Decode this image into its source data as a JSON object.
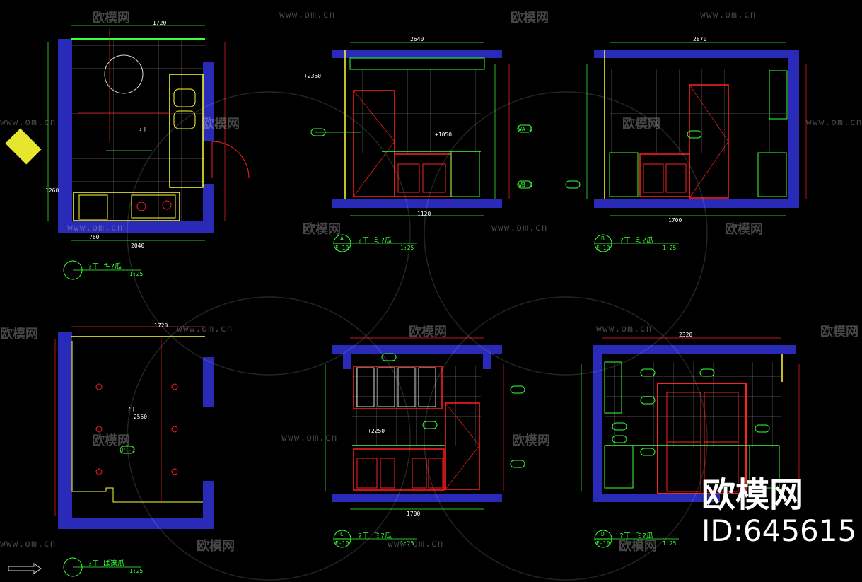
{
  "watermarks": {
    "brand_text": "欧模网",
    "url_text": "www.om.cn"
  },
  "brand": {
    "name": "欧模网",
    "id": "ID:645615"
  },
  "views": {
    "plan_title": "?ㄒ  キ?瓜",
    "plan_scale": "1:25",
    "ceiling_title": "?ㄒ  ぱ籓瓜",
    "ceiling_scale": "1:25",
    "elevA_mark": "A",
    "elevA_sheet": "E-10",
    "elevA_title": "?ㄒ  ミ?瓜",
    "elevA_scale": "1:25",
    "elevB_mark": "B",
    "elevB_sheet": "E-10",
    "elevB_title": "?ㄒ  ミ?瓜",
    "elevB_scale": "1:25",
    "elevC_mark": "C",
    "elevC_sheet": "E-10",
    "elevC_title": "?ㄒ  ミ?瓜",
    "elevC_scale": "1:25",
    "elevD_mark": "D",
    "elevD_sheet": "E-10",
    "elevD_title": "?ㄒ  ミ?瓜",
    "elevD_scale": "1:25"
  },
  "labels": {
    "ceiling_height": "+2550",
    "elevA_level": "+2350",
    "elevA_counter": "+1050",
    "elevC_level": "+2250",
    "wall_tag": "WA-1",
    "floor_tag": "WB-1",
    "ceiling_tag": "PT-1",
    "plan_room": "?ㄒ",
    "ceiling_room": "?ㄒ"
  },
  "dimensions": {
    "plan_width": "2040",
    "plan_top": "1720",
    "plan_left": "760",
    "plan_right": "1260",
    "elevA_width": "2640",
    "elevB_width": "2870",
    "elevC_width": "1700",
    "elevD_width": "2320",
    "ceiling_top": "1720",
    "elevA_bottom": "1120",
    "elevB_bottom": "1700",
    "elevC_bottom": "1700"
  },
  "colors": {
    "background": "#000000",
    "wall": "#2a2ab8",
    "line_green": "#39ff39",
    "line_red": "#ff2020",
    "line_yellow": "#ffff33",
    "line_white": "#d8d8d8",
    "line_cyan": "#33ffff"
  }
}
